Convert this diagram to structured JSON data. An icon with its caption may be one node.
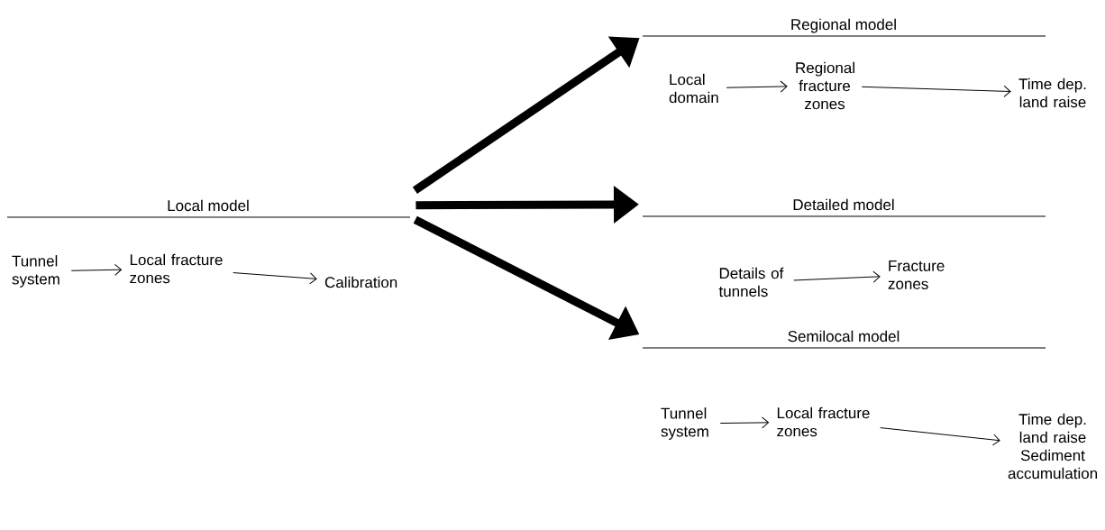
{
  "diagram": {
    "nodes": [
      {
        "text": [
          "Local model"
        ]
      },
      {
        "text": [
          "Tunnel system"
        ]
      },
      {
        "text": [
          "Local fracture zones"
        ]
      },
      {
        "text": [
          "Calibration"
        ]
      },
      {
        "text": [
          "Regional model"
        ]
      },
      {
        "text": [
          "Local domain"
        ]
      },
      {
        "text": [
          "Regional fracture zones"
        ]
      },
      {
        "text": [
          "Time dep. land raise"
        ]
      },
      {
        "text": [
          "Detailed model"
        ]
      },
      {
        "text": [
          "Details of tunnels"
        ]
      },
      {
        "text": [
          "Fracture zones"
        ]
      },
      {
        "text": [
          "Semilocal model"
        ]
      },
      {
        "text": [
          "Tunnel system"
        ]
      },
      {
        "text": [
          "Local fracture zones"
        ]
      },
      {
        "text": [
          "Time dep. land raise Sediment accumulation"
        ]
      }
    ],
    "edges": [
      {
        "from": 1,
        "to": 2,
        "arrow": "to"
      },
      {
        "from": 2,
        "to": 3,
        "arrow": "to"
      },
      {
        "from": 5,
        "to": 6,
        "arrow": "to"
      },
      {
        "from": 6,
        "to": 7,
        "arrow": "to"
      },
      {
        "from": 9,
        "to": 10,
        "arrow": "to"
      },
      {
        "from": 12,
        "to": 13,
        "arrow": "to"
      },
      {
        "from": 13,
        "to": 14,
        "arrow": "to"
      },
      {
        "from": 0,
        "to": 4,
        "arrow": "to",
        "style": "thick"
      },
      {
        "from": 0,
        "to": 8,
        "arrow": "to",
        "style": "thick"
      },
      {
        "from": 0,
        "to": 11,
        "arrow": "to",
        "style": "thick"
      }
    ]
  }
}
